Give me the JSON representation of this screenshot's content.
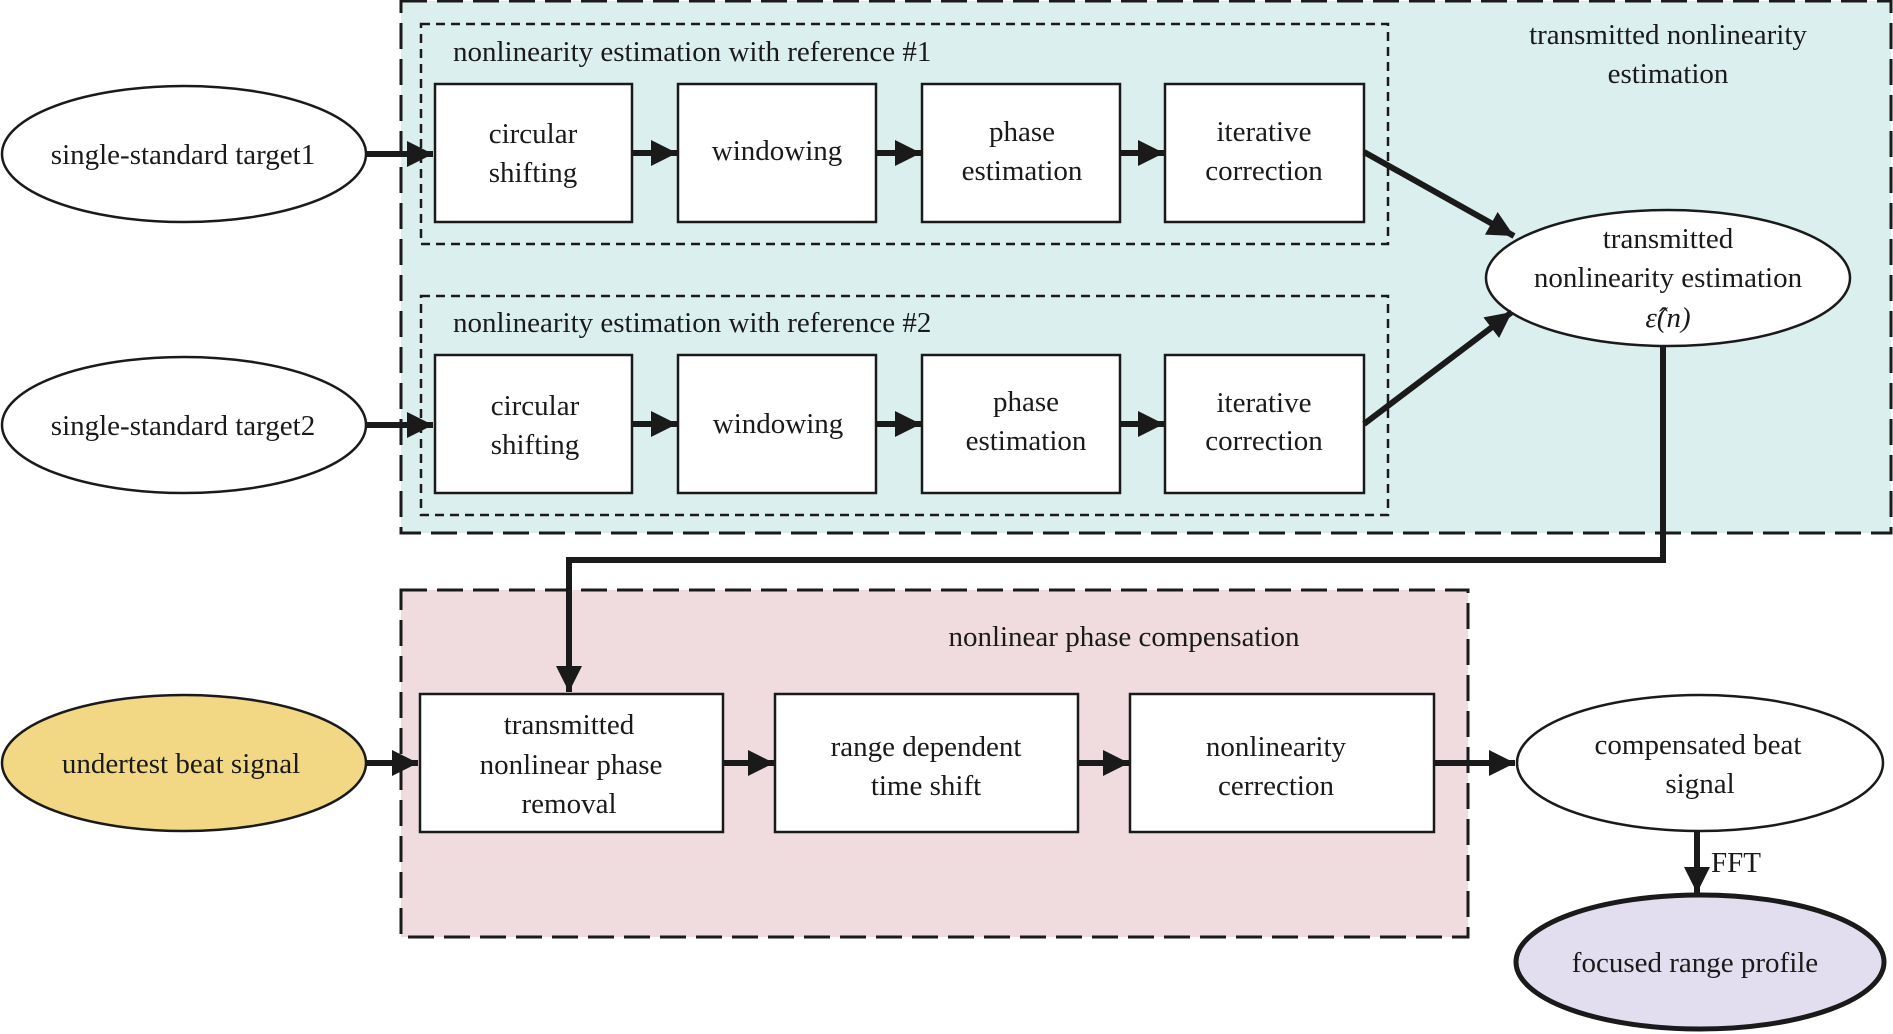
{
  "colors": {
    "estimation_region": "#dcefef",
    "compensation_region": "#f0dcdf",
    "input_highlight": "#f2d785",
    "output_highlight": "#e2def0",
    "stroke": "#1a1a1a"
  },
  "estimation": {
    "title_line1": "transmitted nonlinearity",
    "title_line2": "estimation",
    "branch1": {
      "title": "nonlinearity estimation with reference #1",
      "input": "single-standard target1",
      "step1_l1": "circular",
      "step1_l2": "shifting",
      "step2": "windowing",
      "step3_l1": "phase",
      "step3_l2": "estimation",
      "step4_l1": "iterative",
      "step4_l2": "correction"
    },
    "branch2": {
      "title": "nonlinearity estimation with reference #2",
      "input": "single-standard target2",
      "step1_l1": "circular",
      "step1_l2": "shifting",
      "step2": "windowing",
      "step3_l1": "phase",
      "step3_l2": "estimation",
      "step4_l1": "iterative",
      "step4_l2": "correction"
    },
    "output_l1": "transmitted",
    "output_l2": "nonlinearity estimation",
    "output_symbol": "ε̂(n)"
  },
  "compensation": {
    "title": "nonlinear phase compensation",
    "input": "undertest beat signal",
    "step1_l1": "transmitted",
    "step1_l2": "nonlinear phase",
    "step1_l3": "removal",
    "step2_l1": "range dependent",
    "step2_l2": "time shift",
    "step3_l1": "nonlinearity",
    "step3_l2": "cerrection",
    "output_l1": "compensated beat",
    "output_l2": "signal",
    "fft_label": "FFT",
    "final": "focused range profile"
  }
}
